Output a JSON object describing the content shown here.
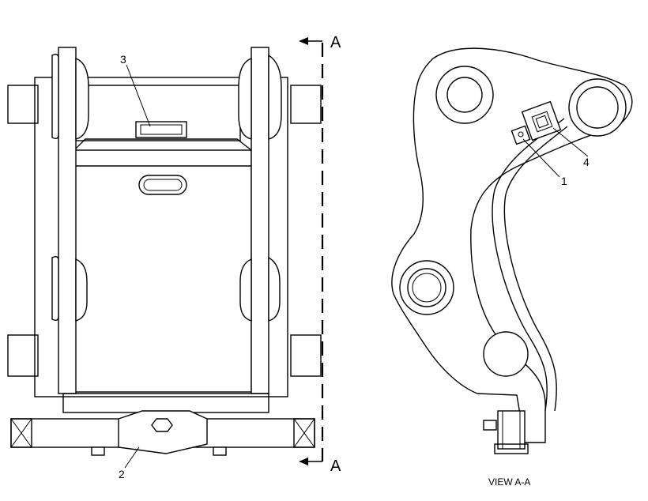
{
  "callouts": {
    "c1": "1",
    "c2": "2",
    "c3": "3",
    "c4": "4"
  },
  "section": {
    "top": "A",
    "bottom": "A"
  },
  "view_caption": "VIEW A-A"
}
